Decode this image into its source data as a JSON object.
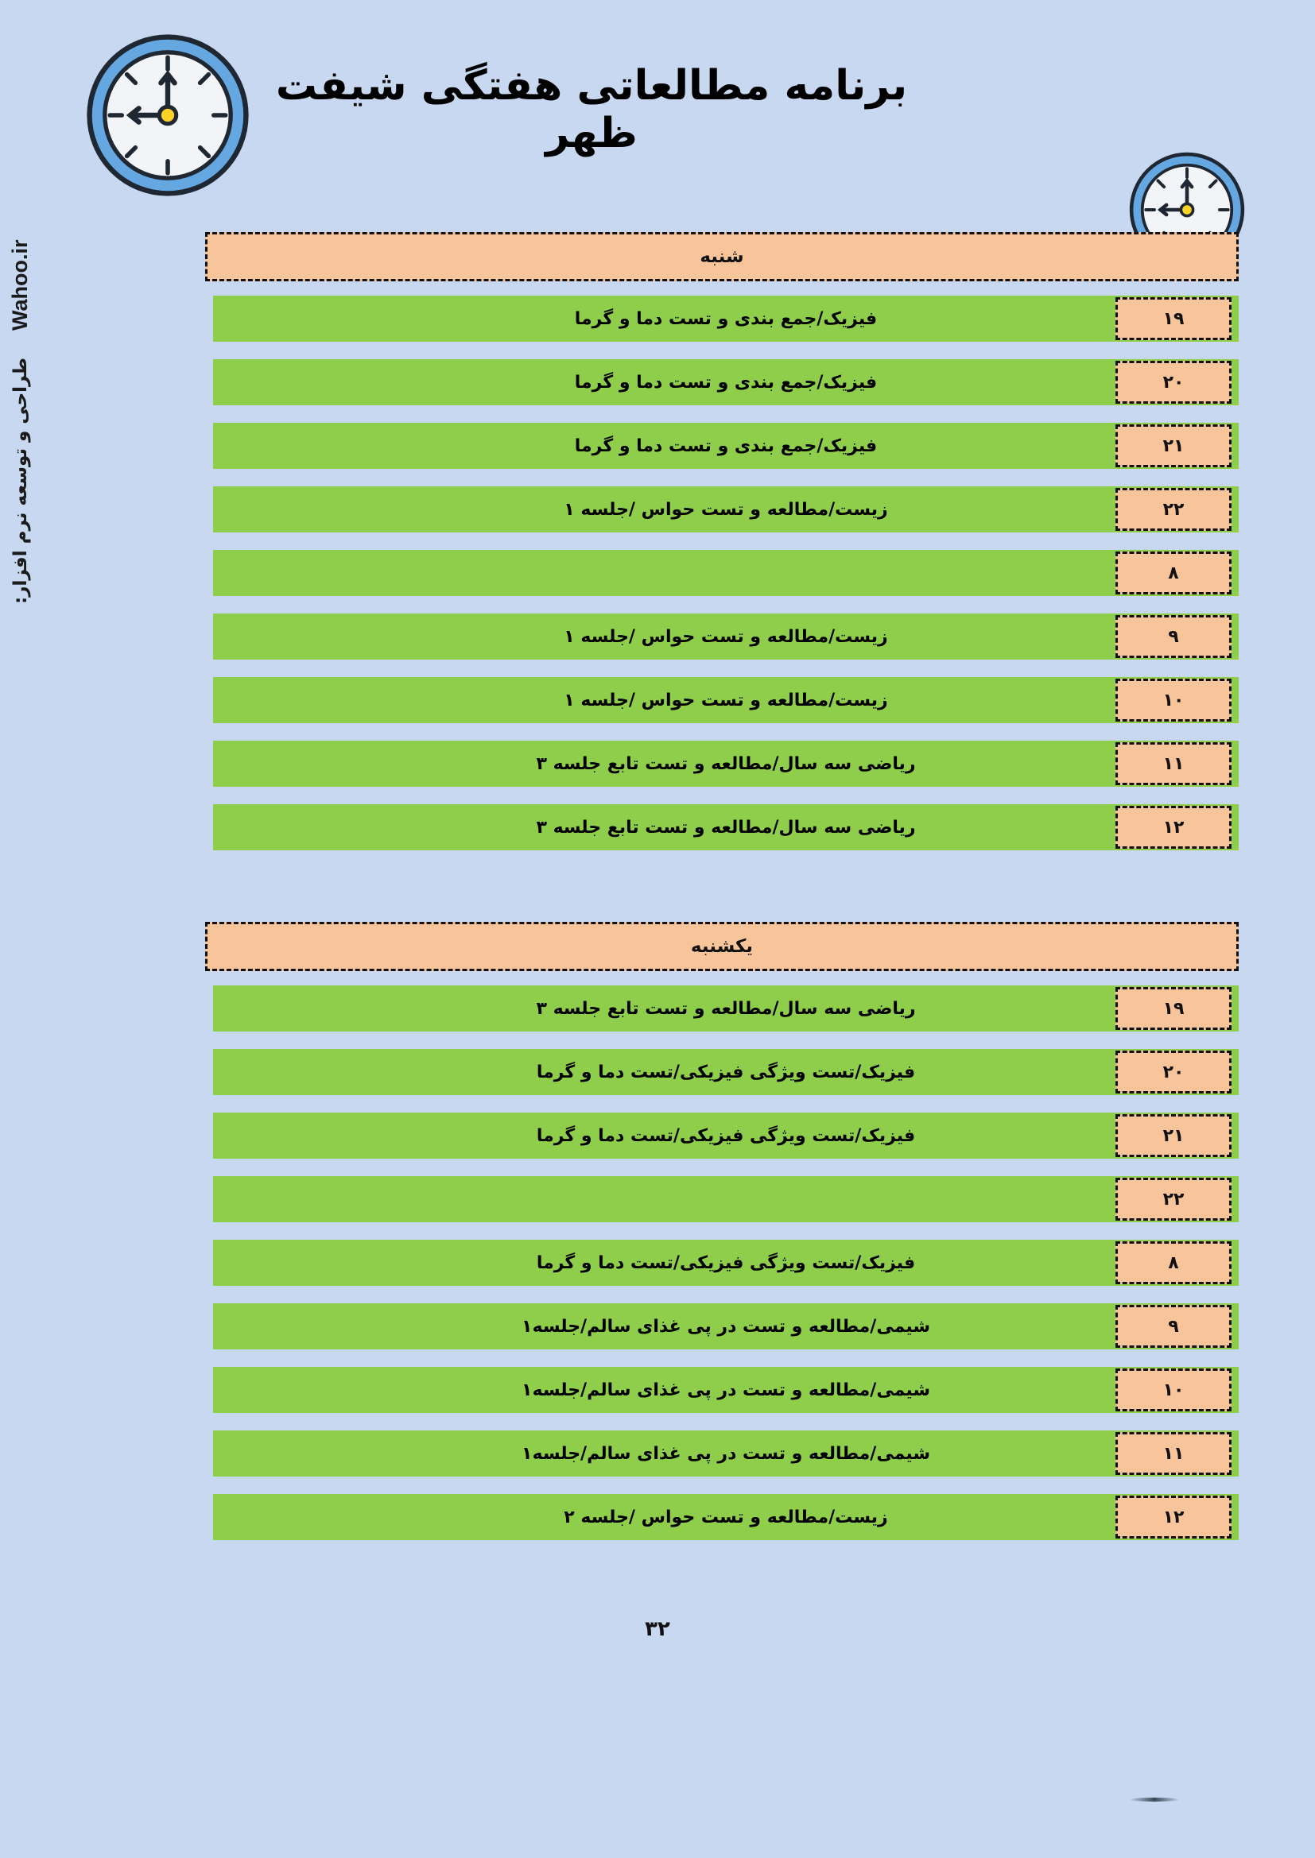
{
  "document": {
    "title": "برنامه مطالعاتی هفتگی شیفت ظهر",
    "page_number": "۳۲",
    "background_color": "#c8d8f0",
    "header_color": "#f8c49a",
    "task_color": "#8fce4a"
  },
  "watermark": {
    "persian": "طراحی و توسعه نرم افزار:",
    "site": "Wahoo.ir"
  },
  "icons": {
    "clock_big": "clock-icon",
    "clock_small": "clock-icon"
  },
  "days": [
    {
      "name": "شنبه",
      "rows": [
        {
          "hour": "۱۹",
          "task": "فیزیک/جمع بندی و تست دما و گرما"
        },
        {
          "hour": "۲۰",
          "task": "فیزیک/جمع بندی و تست دما و گرما"
        },
        {
          "hour": "۲۱",
          "task": "فیزیک/جمع بندی و تست دما و گرما"
        },
        {
          "hour": "۲۲",
          "task": "زیست/مطالعه و تست حواس /جلسه ۱"
        },
        {
          "hour": "۸",
          "task": ""
        },
        {
          "hour": "۹",
          "task": "زیست/مطالعه و تست حواس /جلسه ۱"
        },
        {
          "hour": "۱۰",
          "task": "زیست/مطالعه و تست حواس /جلسه ۱"
        },
        {
          "hour": "۱۱",
          "task": "ریاضی سه سال/مطالعه و تست تابع جلسه ۳"
        },
        {
          "hour": "۱۲",
          "task": "ریاضی سه سال/مطالعه و تست تابع جلسه ۳"
        }
      ]
    },
    {
      "name": "یکشنبه",
      "rows": [
        {
          "hour": "۱۹",
          "task": "ریاضی سه سال/مطالعه و تست تابع جلسه ۳"
        },
        {
          "hour": "۲۰",
          "task": "فیزیک/تست ویژگی فیزیکی/تست دما و گرما"
        },
        {
          "hour": "۲۱",
          "task": "فیزیک/تست ویژگی فیزیکی/تست دما و گرما"
        },
        {
          "hour": "۲۲",
          "task": ""
        },
        {
          "hour": "۸",
          "task": "فیزیک/تست ویژگی فیزیکی/تست دما و گرما"
        },
        {
          "hour": "۹",
          "task": "شیمی/مطالعه و تست در پی غذای سالم/جلسه۱"
        },
        {
          "hour": "۱۰",
          "task": "شیمی/مطالعه و تست در پی غذای سالم/جلسه۱"
        },
        {
          "hour": "۱۱",
          "task": "شیمی/مطالعه و تست در پی غذای سالم/جلسه۱"
        },
        {
          "hour": "۱۲",
          "task": "زیست/مطالعه و تست حواس /جلسه ۲"
        }
      ]
    }
  ]
}
